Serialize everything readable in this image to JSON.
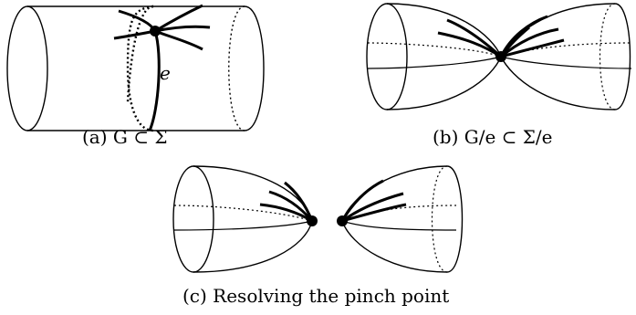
{
  "captions": {
    "a": "(a) G ⊂ Σ",
    "b": "(b) G/e ⊂ Σ/e",
    "c": "(c) Resolving the pinch point"
  },
  "labels": {
    "edge": "e"
  }
}
